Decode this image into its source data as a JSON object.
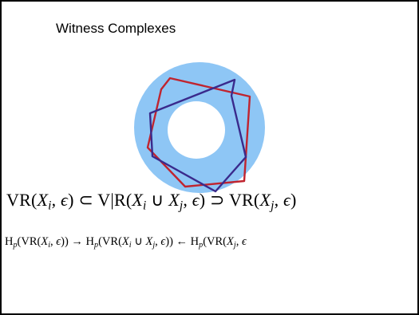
{
  "slide": {
    "title": "Witness Complexes"
  },
  "figure": {
    "colors": {
      "annulus": "#8ec6f5",
      "hole": "#ffffff",
      "red_polygon": "#c0242f",
      "blue_polygon": "#3a2a8c"
    }
  },
  "formulas": {
    "inclusion": "VR(X_i, ε) ⊂ V|R(X_i ∪ X_j, ε) ⊃ VR(X_j, ε)",
    "homology": "H_p(VR(X_i, ε)) → H_p(VR(X_i ∪ X_j, ε)) ← H_p(VR(X_j, ε"
  }
}
